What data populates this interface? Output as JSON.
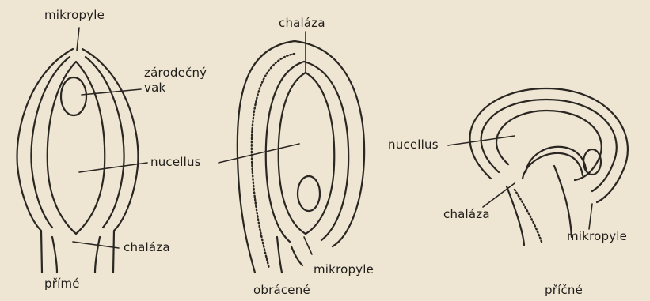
{
  "figures": [
    {
      "caption": "přímé",
      "labels": {
        "micropyle": "mikropyle",
        "embryo_sac_1": "zárodečný",
        "embryo_sac_2": "vak",
        "nucellus": "nucellus",
        "chalaza": "chaláza"
      }
    },
    {
      "caption": "obrácené",
      "labels": {
        "chalaza": "chaláza",
        "micropyle": "mikropyle"
      }
    },
    {
      "caption": "příčné",
      "labels": {
        "nucellus": "nucellus",
        "chalaza": "chaláza",
        "micropyle": "mikropyle"
      }
    }
  ]
}
